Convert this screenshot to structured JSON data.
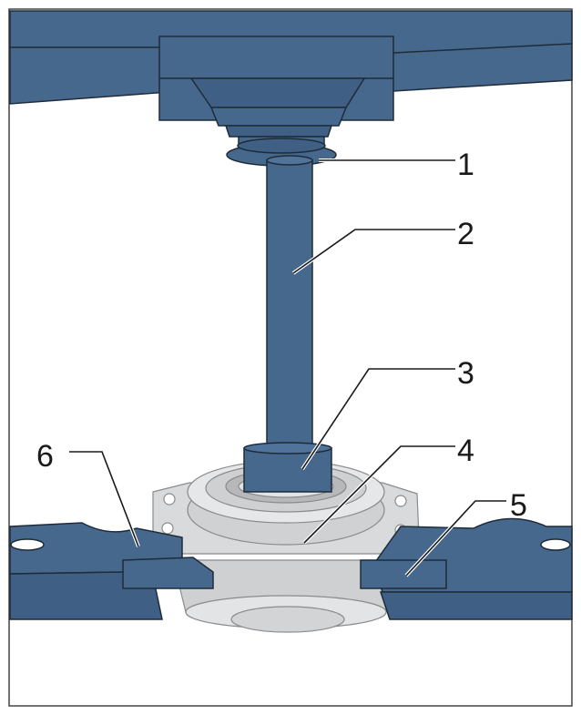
{
  "diagram": {
    "colors": {
      "part_blue": "#46688c",
      "part_blue_dark": "#3a5b7f",
      "edge": "#1e2c3a",
      "bearing_light": "#d9dadb",
      "bearing_mid": "#bfc0c2",
      "frame": "#444444"
    },
    "callouts": [
      {
        "id": "1",
        "label": "1"
      },
      {
        "id": "2",
        "label": "2"
      },
      {
        "id": "3",
        "label": "3"
      },
      {
        "id": "4",
        "label": "4"
      },
      {
        "id": "5",
        "label": "5"
      },
      {
        "id": "6",
        "label": "6"
      }
    ]
  }
}
